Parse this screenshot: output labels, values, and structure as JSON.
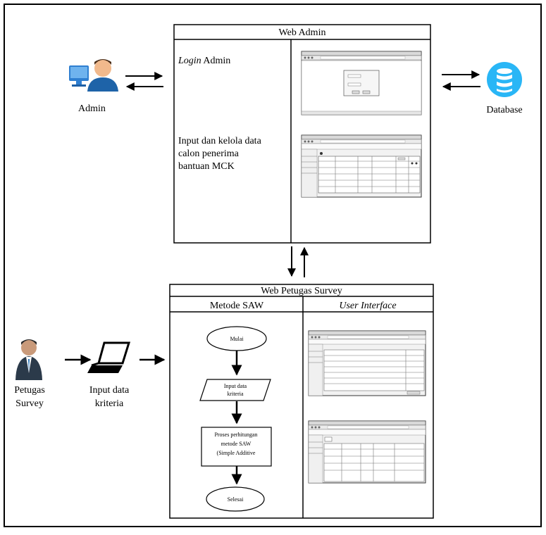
{
  "admin_label": "Admin",
  "database_label": "Database",
  "officer_label_line1": "Petugas",
  "officer_label_line2": "Survey",
  "input_label_line1": "Input data",
  "input_label_line2": "kriteria",
  "web_admin": {
    "title": "Web Admin",
    "login_italic": "Login",
    "login_rest": " Admin",
    "manage_line1": "Input dan kelola data",
    "manage_line2": "calon penerima",
    "manage_line3": "bantuan MCK"
  },
  "web_survey": {
    "title": "Web Petugas Survey",
    "col_method": "Metode SAW",
    "col_ui": "User Interface"
  },
  "flowchart": {
    "start": "Mulai",
    "input_line1": "Input data",
    "input_line2": "kriteria",
    "process_line1": "Proses perhitungan",
    "process_line2": "metode SAW",
    "process_line3": "(Simple Additive",
    "end": "Selesai"
  },
  "colors": {
    "database": "#29b6f6",
    "admin_shirt": "#1e63a8",
    "monitor": "#2f7fd1",
    "officer_suit": "#2b3a4a"
  }
}
